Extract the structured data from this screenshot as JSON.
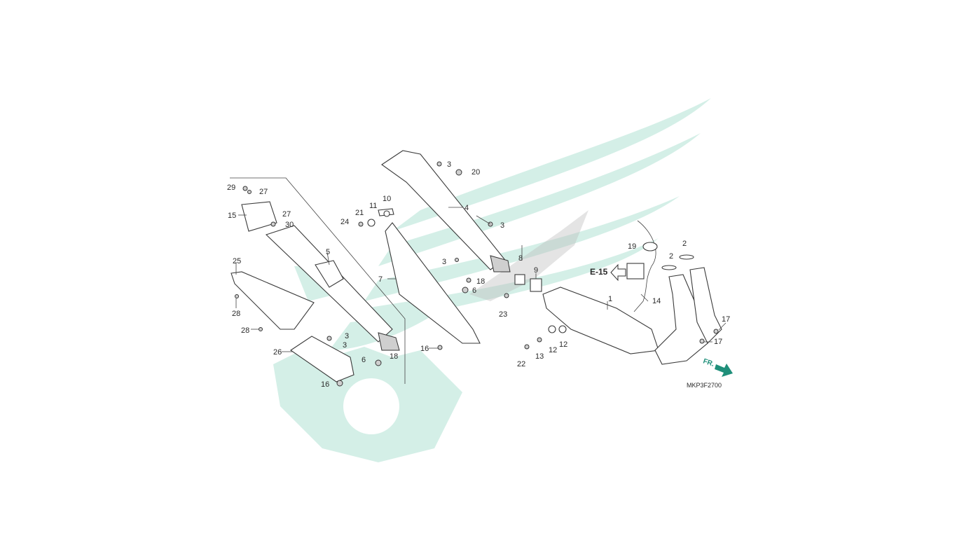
{
  "diagram": {
    "code": "MKP3F2700",
    "reference": "E-15",
    "direction": "FR.",
    "accent": "#1f8f7a",
    "watermark_color": "#d4efe7",
    "callouts": [
      {
        "id": "c29",
        "label": "29"
      },
      {
        "id": "c27a",
        "label": "27"
      },
      {
        "id": "c15",
        "label": "15"
      },
      {
        "id": "c27b",
        "label": "27"
      },
      {
        "id": "c30",
        "label": "30"
      },
      {
        "id": "c5",
        "label": "5"
      },
      {
        "id": "c25",
        "label": "25"
      },
      {
        "id": "c28a",
        "label": "28"
      },
      {
        "id": "c28b",
        "label": "28"
      },
      {
        "id": "c3a",
        "label": "3"
      },
      {
        "id": "c3b",
        "label": "3"
      },
      {
        "id": "c26",
        "label": "26"
      },
      {
        "id": "c6a",
        "label": "6"
      },
      {
        "id": "c18a",
        "label": "18"
      },
      {
        "id": "c16a",
        "label": "16"
      },
      {
        "id": "c3c",
        "label": "3"
      },
      {
        "id": "c20",
        "label": "20"
      },
      {
        "id": "c10",
        "label": "10"
      },
      {
        "id": "c11",
        "label": "11"
      },
      {
        "id": "c21",
        "label": "21"
      },
      {
        "id": "c24",
        "label": "24"
      },
      {
        "id": "c4",
        "label": "4"
      },
      {
        "id": "c3d",
        "label": "3"
      },
      {
        "id": "c3e",
        "label": "3"
      },
      {
        "id": "c7",
        "label": "7"
      },
      {
        "id": "c18b",
        "label": "18"
      },
      {
        "id": "c6b",
        "label": "6"
      },
      {
        "id": "c16b",
        "label": "16"
      },
      {
        "id": "c8",
        "label": "8"
      },
      {
        "id": "c9",
        "label": "9"
      },
      {
        "id": "c23",
        "label": "23"
      },
      {
        "id": "c19",
        "label": "19"
      },
      {
        "id": "c2a",
        "label": "2"
      },
      {
        "id": "c2b",
        "label": "2"
      },
      {
        "id": "c1",
        "label": "1"
      },
      {
        "id": "c14",
        "label": "14"
      },
      {
        "id": "c17a",
        "label": "17"
      },
      {
        "id": "c17b",
        "label": "17"
      },
      {
        "id": "c12a",
        "label": "12"
      },
      {
        "id": "c12b",
        "label": "12"
      },
      {
        "id": "c13",
        "label": "13"
      },
      {
        "id": "c22",
        "label": "22"
      }
    ]
  }
}
